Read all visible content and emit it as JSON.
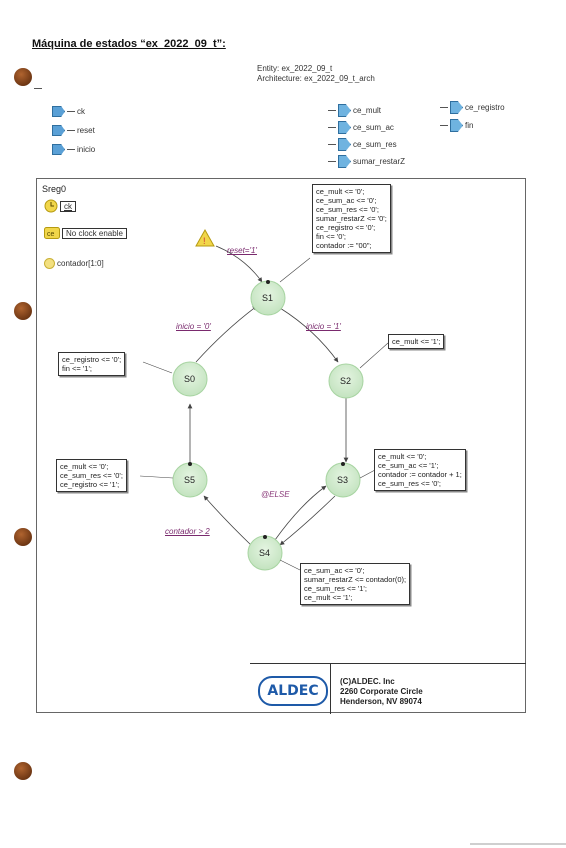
{
  "title": "Máquina de estados “ex_2022_09_t”:",
  "entity": {
    "entity_line": "Entity: ex_2022_09_t",
    "architecture_line": "Architecture: ex_2022_09_t_arch"
  },
  "inputs": [
    "ck",
    "reset",
    "inicio"
  ],
  "outputs_col1": [
    "ce_mult",
    "ce_sum_ac",
    "ce_sum_res",
    "sumar_restarZ"
  ],
  "outputs_col2": [
    "ce_registro",
    "fin"
  ],
  "diagram": {
    "sreg_name": "Sreg0",
    "clock_signal": "ck",
    "clock_enable": "No clock enable",
    "variable": "contador[1:0]",
    "states": [
      "S0",
      "S1",
      "S2",
      "S3",
      "S4",
      "S5"
    ],
    "reset_condition": "reset='1'",
    "reset_actions": "ce_mult <= '0';\nce_sum_ac <= '0';\nce_sum_res <= '0';\nsumar_restarZ <= '0';\nce_registro <= '0';\nfin <= '0';\ncontador := \"00\";",
    "s0_actions": "ce_registro <= '0';\nfin <= '1';",
    "s2_actions": "ce_mult <= '1';",
    "s3_actions": "ce_mult <= '0';\nce_sum_ac <= '1';\ncontador := contador + 1;\nce_sum_res <= '0';",
    "s4_actions": "ce_sum_ac <= '0';\nsumar_restarZ <= contador(0);\nce_sum_res <= '1';\nce_mult <= '1';",
    "s5_actions": "ce_mult <= '0';\nce_sum_res <= '0';\nce_registro <= '1';",
    "cond_inicio_0": "inicio = '0'",
    "cond_inicio_1": "inicio = '1'",
    "cond_else": "@ELSE",
    "cond_contador": "contador > 2"
  },
  "footer": {
    "logo": "ALDEC",
    "company": "(C)ALDEC. Inc",
    "address1": "2260 Corporate Circle",
    "address2": "Henderson, NV 89074"
  },
  "colors": {
    "state_fill": "#cfe9cc",
    "state_stroke": "#9fcf99",
    "pin": "#5aa0d6",
    "condition": "#7a2a6e",
    "logo": "#1e5aa8"
  }
}
